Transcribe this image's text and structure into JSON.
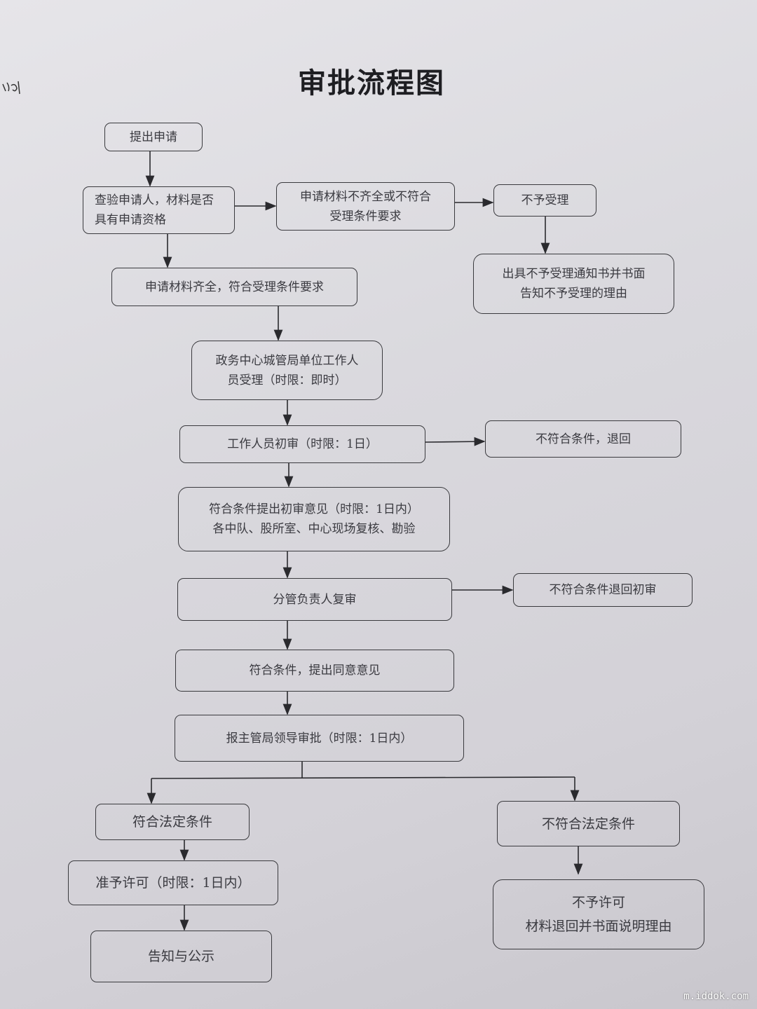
{
  "title": "审批流程图",
  "nodes": {
    "submit": "提出申请",
    "check": [
      "查验申请人，材料是否",
      "具有申请资格"
    ],
    "incomplete": [
      "申请材料不齐全或不符合",
      "受理条件要求"
    ],
    "reject_accept": "不予受理",
    "reject_notice": [
      "出具不予受理通知书并书面",
      "告知不予受理的理由"
    ],
    "complete": "申请材料齐全，符合受理条件要求",
    "accept": [
      "政务中心城管局单位工作人",
      "员受理（时限：即时）"
    ],
    "initial_review": "工作人员初审（时限：1日）",
    "initial_return": "不符合条件，退回",
    "initial_opinion": [
      "符合条件提出初审意见（时限：1日内）",
      "各中队、股所室、中心现场复核、勘验"
    ],
    "secondary_review": "分管负责人复审",
    "secondary_return": "不符合条件退回初审",
    "agree": "符合条件，提出同意意见",
    "leader_approval": "报主管局领导审批（时限：1日内）",
    "legal_ok": "符合法定条件",
    "legal_not_ok": "不符合法定条件",
    "grant": "准予许可（时限：1日内）",
    "deny": [
      "不予许可",
      "材料退回并书面说明理由"
    ],
    "notify": "告知与公示"
  },
  "watermark": "m.iddok.com"
}
